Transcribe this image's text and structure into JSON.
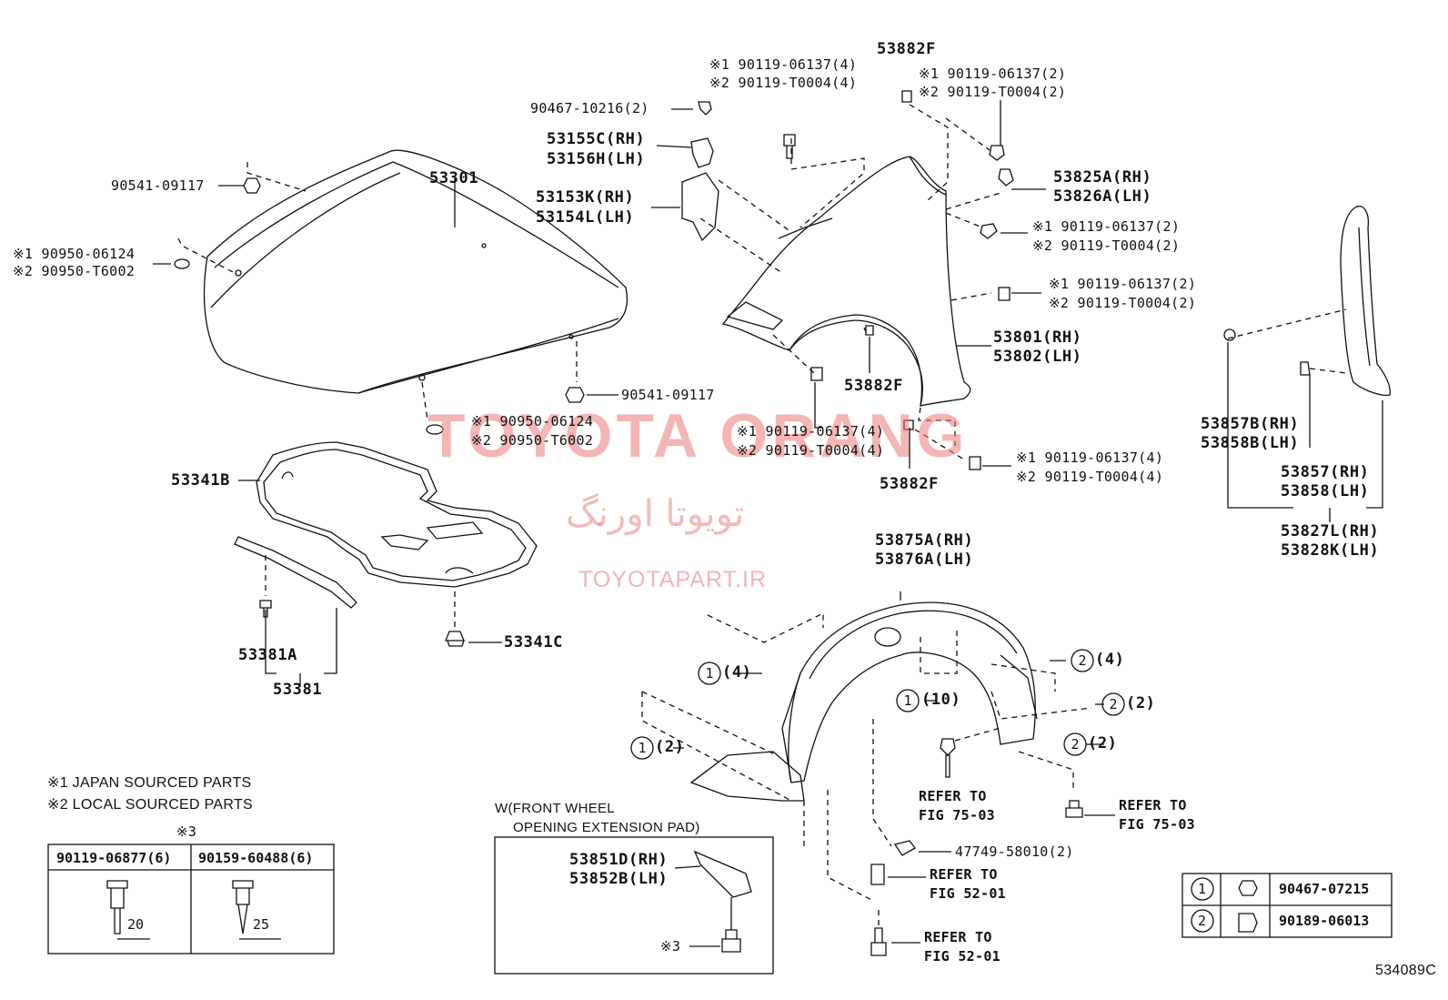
{
  "labels": {
    "l90541a": "90541-09117",
    "l53301": "53301",
    "lhood1": "※1 90950-06124",
    "lhood2": "※2 90950-T6002",
    "l90541b": "90541-09117",
    "lseal1": "※1 90950-06124",
    "lseal2": "※2 90950-T6002",
    "l53341B": "53341B",
    "l53341C": "53341C",
    "l53381A": "53381A",
    "l53381": "53381",
    "l90467": "90467-10216(2)",
    "l53155C": "53155C(RH)",
    "l53156H": "53156H(LH)",
    "l53153K": "53153K(RH)",
    "l53154L": "53154L(LH)",
    "ltop1": "※1 90119-06137(4)",
    "ltop2": "※2 90119-T0004(4)",
    "l53882F_top": "53882F",
    "lf1a": "※1 90119-06137(2)",
    "lf2a": "※2 90119-T0004(2)",
    "l53825A": "53825A(RH)",
    "l53826A": "53826A(LH)",
    "lf1b": "※1 90119-06137(2)",
    "lf2b": "※2 90119-T0004(2)",
    "lf1c": "※1 90119-06137(2)",
    "lf2c": "※2 90119-T0004(2)",
    "l53801": "53801(RH)",
    "l53802": "53802(LH)",
    "l53882F_mid": "53882F",
    "lf1d": "※1 90119-06137(4)",
    "lf2d": "※2 90119-T0004(4)",
    "l53882F_bot": "53882F",
    "lf1e": "※1 90119-06137(4)",
    "lf2e": "※2 90119-T0004(4)",
    "l53857B": "53857B(RH)",
    "l53858B": "53858B(LH)",
    "l53857": "53857(RH)",
    "l53858": "53858(LH)",
    "l53827L": "53827L(RH)",
    "l53828K": "53828K(LH)",
    "l53875A": "53875A(RH)",
    "l53876A": "53876A(LH)",
    "lc1_4": "(4)",
    "lc1_10": "(10)",
    "lc2_4": "(4)",
    "lc2_2a": "(2)",
    "lc1_2": "(2)",
    "lc2_2b": "(2)",
    "lref1a": "REFER TO",
    "lref1b": "FIG 75-03",
    "lref2a": "REFER TO",
    "lref2b": "FIG 75-03",
    "l47749": "47749-58010(2)",
    "lref3a": "REFER TO",
    "lref3b": "FIG 52-01",
    "lref4a": "REFER TO",
    "lref4b": "FIG 52-01",
    "lpadT1": "W(FRONT WHEEL",
    "lpadT2": "OPENING EXTENSION PAD)",
    "l53851D": "53851D(RH)",
    "l53852B": "53852B(LH)",
    "lpad3": "※3",
    "note1": "※1 JAPAN SOURCED PARTS",
    "note2": "※2 LOCAL SOURCED PARTS",
    "note3": "※3",
    "figno": "534089C"
  },
  "circles": {
    "one": "1",
    "two": "2"
  },
  "bolt_table": {
    "col1": "90119-06877(6)",
    "col2": "90159-60488(6)",
    "len1": "20",
    "len2": "25"
  },
  "legend_table": {
    "row1_num": "1",
    "row1_part": "90467-07215",
    "row2_num": "2",
    "row2_part": "90189-06013"
  },
  "watermark": {
    "brand": "TOYOTA ORANG",
    "persian": "تویوتا اورنگ",
    "url": "TOYOTAPART.IR"
  }
}
